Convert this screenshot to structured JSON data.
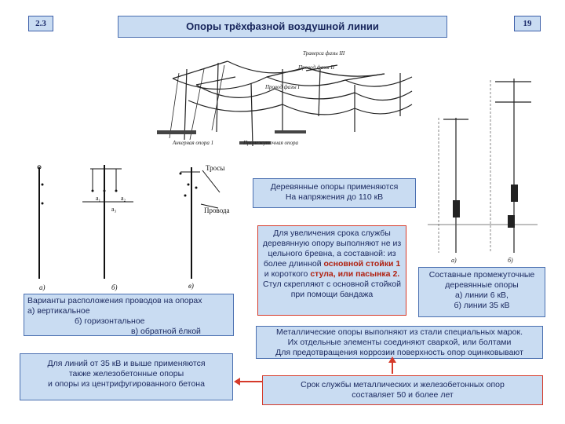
{
  "slide": {
    "section_badge": "2.3",
    "page_badge": "19",
    "title": "Опоры трёхфазной воздушной линии"
  },
  "top_figure": {
    "labels": [
      "Траверса фазы III",
      "Провод фазы II",
      "Провод фазы I",
      "Анкерная опора 1",
      "Промежуточная опора"
    ]
  },
  "variants_figure": {
    "labels": [
      "Тросы",
      "Провода",
      "а)",
      "б)",
      "в)",
      "а₁",
      "а₂",
      "а₃"
    ]
  },
  "wood_box": {
    "line1": "Деревянные опоры применяются",
    "line2": "На напряжения до 110 кВ"
  },
  "extend_box": {
    "p1": "Для увеличения срока службы деревянную опору выполняют не из цельного бревна, а составной: из более длинной",
    "hl1": "основной стойки 1",
    "p2": "и короткого",
    "hl2": "стула, или пасынка 2.",
    "p3": "Стул скрепляют с основной стойкой при помощи бандажа"
  },
  "variants_box": {
    "line1": "Варианты расположения проводов на опорах",
    "line2": "а) вертикальное",
    "line3": "б) горизонтальное",
    "line4": "в) обратной ёлкой"
  },
  "composite_box": {
    "line1": "Составные промежуточные",
    "line2": "деревянные опоры",
    "line3": "а) линии 6 кВ,",
    "line4": "б) линии 35 кВ"
  },
  "composite_figure": {
    "labels": [
      "а)",
      "б)"
    ]
  },
  "metal_box": {
    "line1": "Металлические опоры выполняют из стали специальных марок.",
    "line2": "Их отдельные элементы соединяют сваркой, или болтами",
    "line3": "Для предотвращения коррозии поверхность опор оцинковывают"
  },
  "concrete_box": {
    "line1": "Для линий от 35 кВ и выше применяются",
    "line2": "также железобетонные опоры",
    "line3": "и опоры из центрифугированного бетона"
  },
  "service_box": {
    "line1": "Срок службы металлических и железобетонных опор",
    "line2": "составляет 50 и более лет"
  },
  "colors": {
    "box_fill": "#c9dcf2",
    "box_border": "#4a6fb0",
    "highlight": "#b0200f",
    "arrow": "#d53a2a"
  }
}
